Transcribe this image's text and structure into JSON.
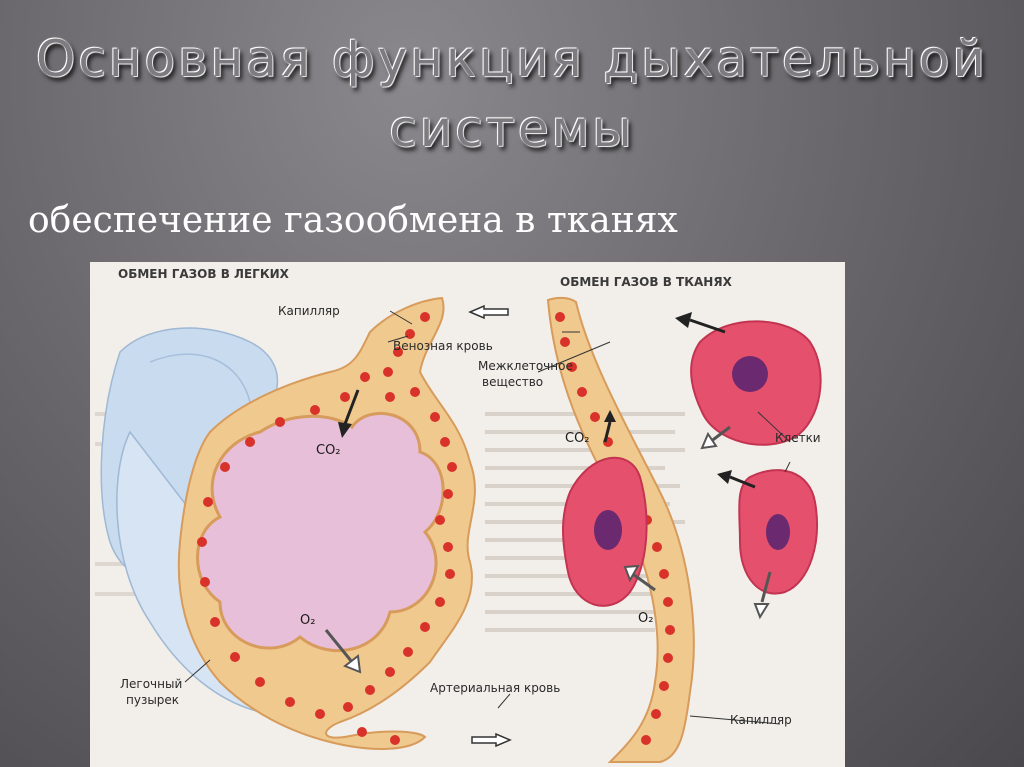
{
  "slide": {
    "title": "Основная функция дыхательной системы",
    "subtitle": "обеспечение газообмена в тканях"
  },
  "figure": {
    "left_header": "ОБМЕН ГАЗОВ В ЛЕГКИХ",
    "right_header": "ОБМЕН ГАЗОВ В ТКАНЯХ",
    "labels": {
      "capillary_top": "Капилляр",
      "venous_blood": "Венозная кровь",
      "intercellular_1": "Межклеточное",
      "intercellular_2": "вещество",
      "cells": "Клетки",
      "co2_lung": "CO₂",
      "o2_lung": "O₂",
      "co2_tissue": "CO₂",
      "o2_tissue": "O₂",
      "alveolus_1": "Легочный",
      "alveolus_2": "пузырек",
      "arterial_blood": "Артериальная кровь",
      "capillary_bottom": "Капилляр"
    }
  },
  "colors": {
    "capillary_fill": "#f0c98f",
    "capillary_stroke": "#d79b5c",
    "blood_cell": "#d8322a",
    "alveolus_fill": "#e7bfd8",
    "tissue_cell": "#e5506d",
    "nucleus": "#6b2a6f",
    "lung_blue": "#c9dbee"
  }
}
